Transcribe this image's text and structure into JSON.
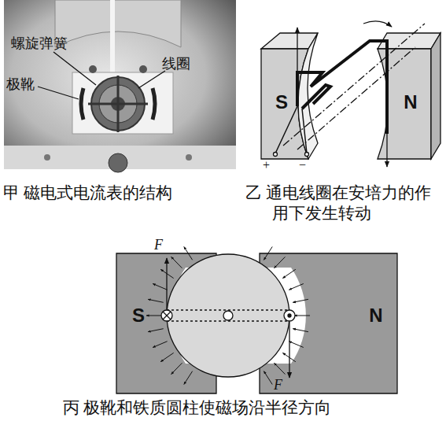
{
  "diagram": {
    "nodes": [
      {
        "text": [
          "S"
        ]
      },
      {
        "text": [
          "N"
        ]
      },
      {
        "text": [
          "S"
        ]
      },
      {
        "text": [
          "N"
        ]
      }
    ],
    "labels": [
      "螺旋弹簧",
      "线圈",
      "极靴",
      "甲 磁电式电流表的结构",
      "+",
      "−",
      "乙 通电线圈在安培力的作用下发生转动",
      "F",
      "F",
      "丙 极靴和铁质圆柱使磁场沿半径方向"
    ]
  }
}
